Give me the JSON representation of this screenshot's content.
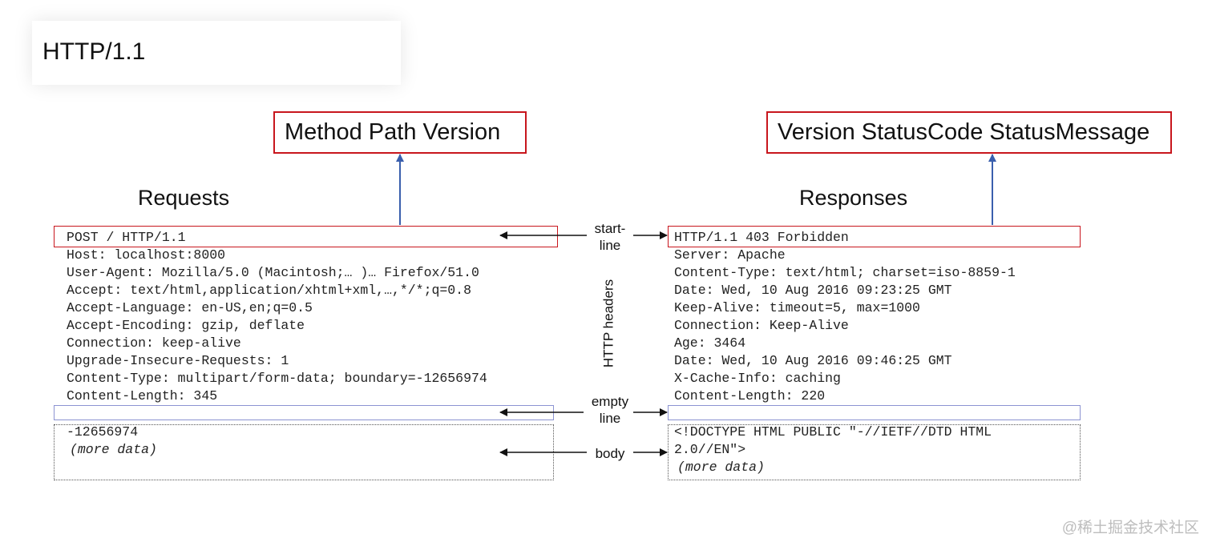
{
  "title": "HTTP/1.1",
  "request_startline_label": "Method Path Version",
  "response_startline_label": "Version StatusCode StatusMessage",
  "requests": {
    "heading": "Requests",
    "start_line": "POST / HTTP/1.1",
    "headers": [
      "Host: localhost:8000",
      "User-Agent: Mozilla/5.0 (Macintosh;… )… Firefox/51.0",
      "Accept: text/html,application/xhtml+xml,…,*/*;q=0.8",
      "Accept-Language: en-US,en;q=0.5",
      "Accept-Encoding: gzip, deflate",
      "Connection: keep-alive",
      "Upgrade-Insecure-Requests: 1",
      "Content-Type: multipart/form-data; boundary=-12656974",
      "Content-Length: 345"
    ],
    "body_line": "-12656974",
    "body_more": "(more data)"
  },
  "responses": {
    "heading": "Responses",
    "start_line": "HTTP/1.1 403 Forbidden",
    "headers": [
      "Server: Apache",
      "Content-Type: text/html; charset=iso-8859-1",
      "Date: Wed, 10 Aug 2016 09:23:25 GMT",
      "Keep-Alive: timeout=5, max=1000",
      "Connection: Keep-Alive",
      "Age: 3464",
      "Date: Wed, 10 Aug 2016 09:46:25 GMT",
      "X-Cache-Info: caching",
      "Content-Length: 220"
    ],
    "body_line_1": "<!DOCTYPE HTML PUBLIC \"-//IETF//DTD HTML",
    "body_line_2": "2.0//EN\">",
    "body_more": "(more data)"
  },
  "labels": {
    "start_line_1": "start-",
    "start_line_2": "line",
    "http_headers": "HTTP headers",
    "empty_line_1": "empty",
    "empty_line_2": "line",
    "body": "body"
  },
  "watermark": "@稀土掘金技术社区",
  "colors": {
    "highlight_red": "#c8161d",
    "arrow_blue": "#3a5fad",
    "empty_line_border": "#8c93d2"
  }
}
